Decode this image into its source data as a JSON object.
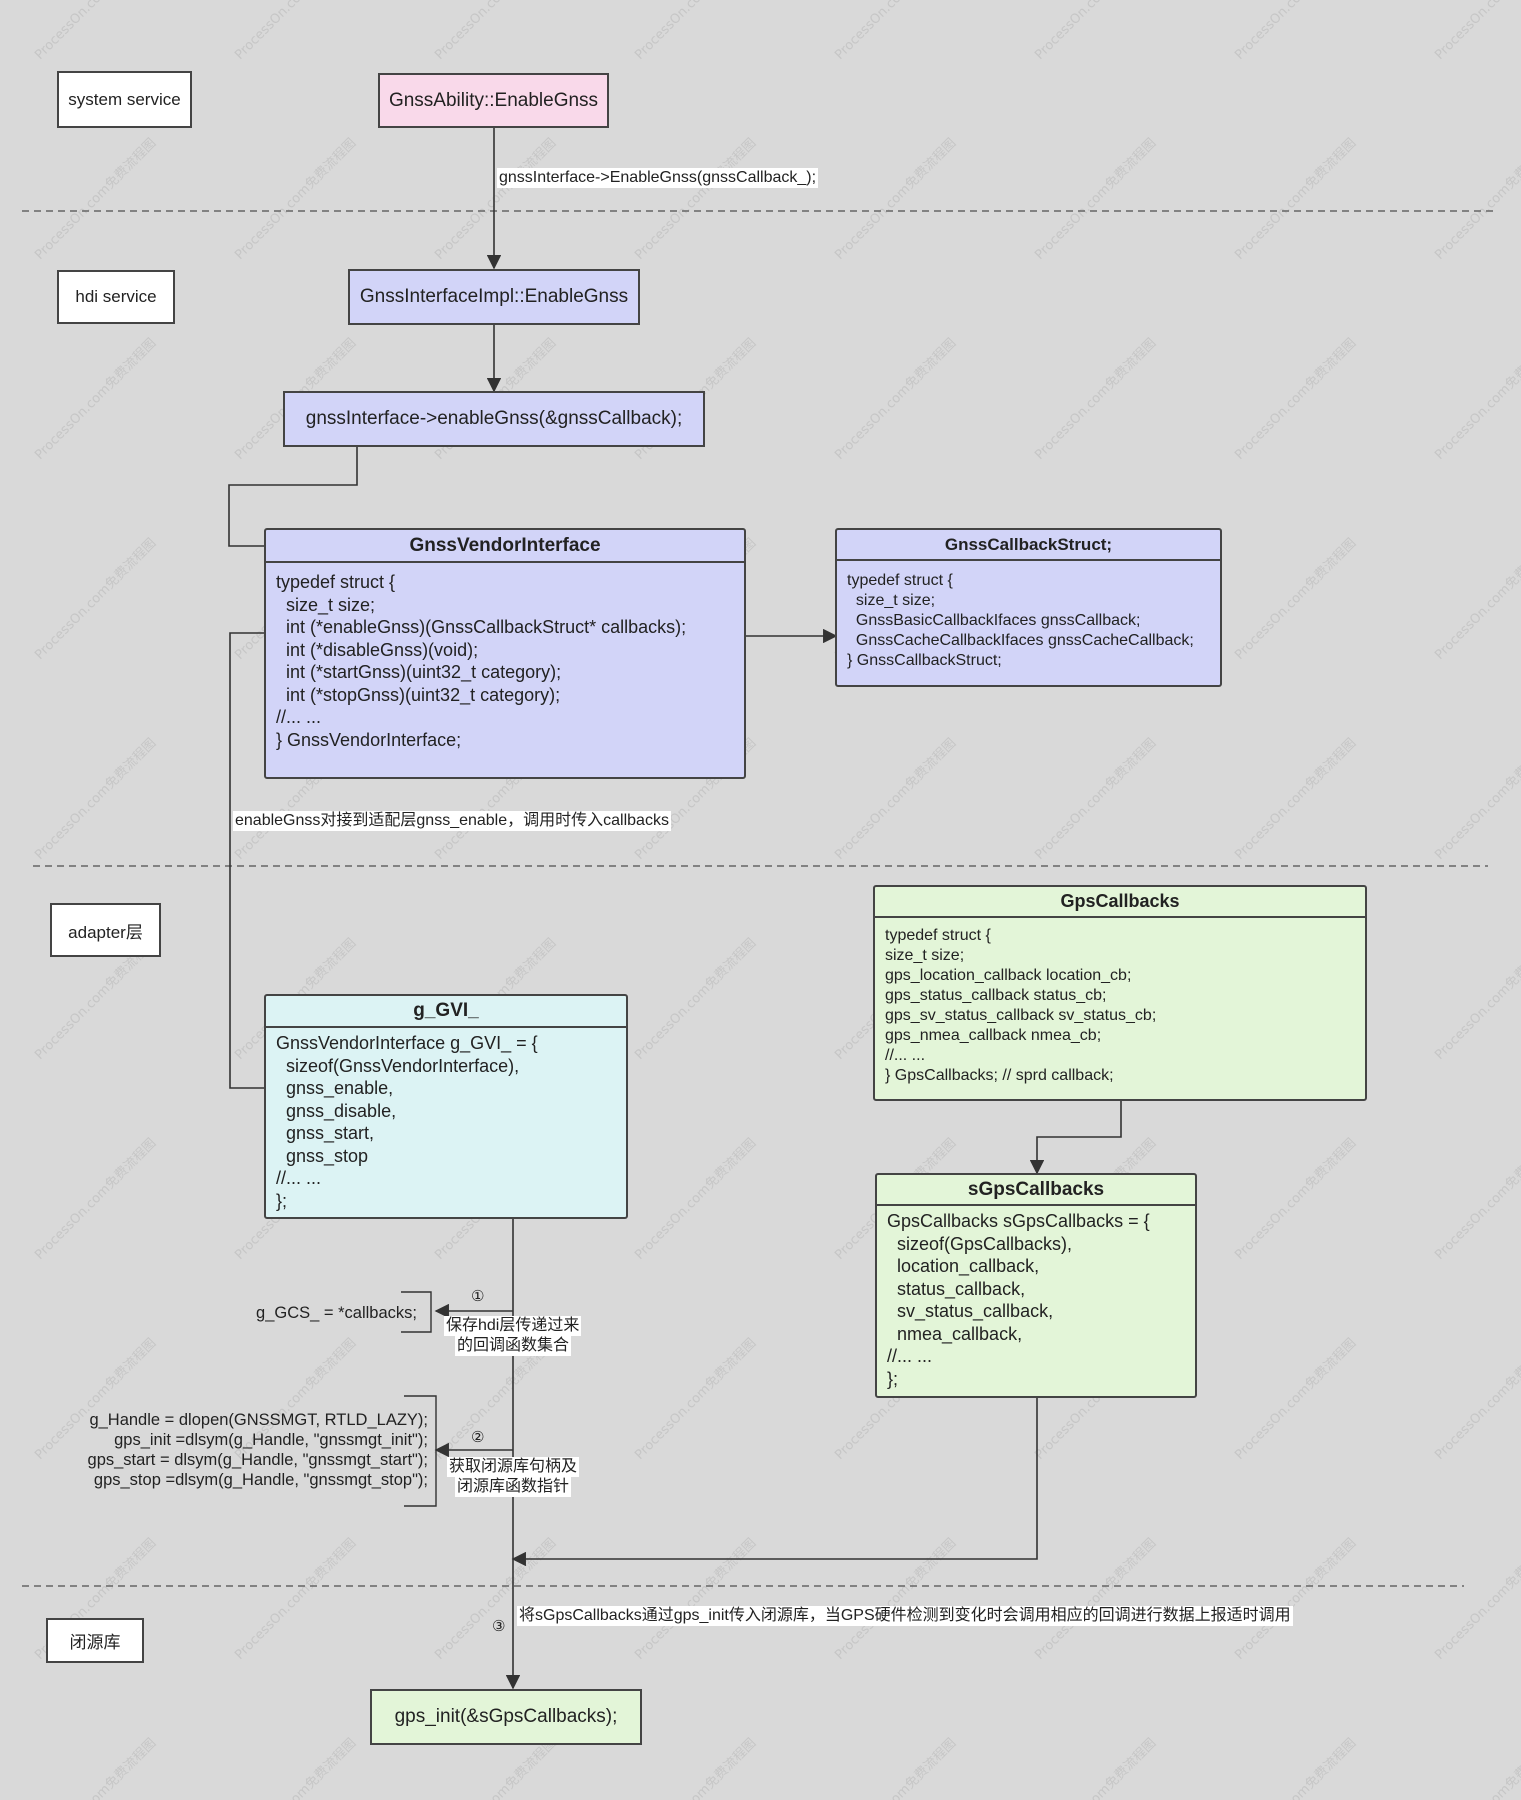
{
  "layers": {
    "system": "system service",
    "hdi": "hdi service",
    "adapter": "adapter层",
    "closed": "闭源库"
  },
  "nodes": {
    "enable_gnss_ability": "GnssAbility::EnableGnss",
    "enable_gnss_impl": "GnssInterfaceImpl::EnableGnss",
    "enable_gnss_call": "gnssInterface->enableGnss(&gnssCallback);",
    "gps_init_call": "gps_init(&sGpsCallbacks);"
  },
  "structs": {
    "vendor_interface": {
      "title": "GnssVendorInterface",
      "lines": [
        "typedef struct {",
        "  size_t size;",
        "  int (*enableGnss)(GnssCallbackStruct* callbacks);",
        "  int (*disableGnss)(void);",
        "  int (*startGnss)(uint32_t category);",
        "  int (*stopGnss)(uint32_t category);",
        "//... ...",
        "} GnssVendorInterface;"
      ]
    },
    "callback_struct": {
      "title": "GnssCallbackStruct;",
      "lines": [
        "typedef struct {",
        "  size_t size;",
        "  GnssBasicCallbackIfaces gnssCallback;",
        "  GnssCacheCallbackIfaces gnssCacheCallback;",
        "} GnssCallbackStruct;"
      ]
    },
    "g_gvi": {
      "title": "g_GVI_",
      "lines": [
        "GnssVendorInterface g_GVI_ = {",
        "  sizeof(GnssVendorInterface),",
        "  gnss_enable,",
        "  gnss_disable,",
        "  gnss_start,",
        "  gnss_stop",
        "//... ...",
        "};"
      ]
    },
    "gps_callbacks": {
      "title": "GpsCallbacks",
      "lines": [
        "typedef struct {",
        "size_t size;",
        "gps_location_callback location_cb;",
        "gps_status_callback status_cb;",
        "gps_sv_status_callback sv_status_cb;",
        "gps_nmea_callback nmea_cb;",
        "//... ...",
        "} GpsCallbacks; // sprd callback;"
      ]
    },
    "s_gps_callbacks": {
      "title": "sGpsCallbacks",
      "lines": [
        "GpsCallbacks sGpsCallbacks = {",
        "  sizeof(GpsCallbacks),",
        "  location_callback,",
        "  status_callback,",
        "  sv_status_callback,",
        "  nmea_callback,",
        "//... ...",
        "};"
      ]
    }
  },
  "edge_labels": {
    "enable_call": "gnssInterface->EnableGnss(gnssCallback_);",
    "enable_note": "enableGnss对接到适配层gnss_enable，调用时传入callbacks",
    "save_note_1": "保存hdi层传递过来",
    "save_note_2": "的回调函数集合",
    "handle_note_1": "获取闭源库句柄及",
    "handle_note_2": "闭源库函数指针",
    "init_note": "将sGpsCallbacks通过gps_init传入闭源库，当GPS硬件检测到变化时会调用相应的回调进行数据上报适时调用"
  },
  "step_marks": {
    "s1": "①",
    "s2": "②",
    "s3": "③"
  },
  "code": {
    "gcs": "g_GCS_ = *callbacks;",
    "dlopen_lines": [
      "g_Handle = dlopen(GNSSMGT, RTLD_LAZY);",
      "gps_init =dlsym(g_Handle, \"gnssmgt_init\");",
      "gps_start = dlsym(g_Handle, \"gnssmgt_start\");",
      "gps_stop =dlsym(g_Handle, \"gnssmgt_stop\");"
    ]
  },
  "watermark": "ProcessOn.com免费流程图",
  "colors": {
    "background": "#d9d9d9",
    "pink": "#f9d9ea",
    "blue": "#d2d4f8",
    "cyan": "#dcf3f4",
    "green": "#e3f5d8",
    "line": "#333333"
  }
}
